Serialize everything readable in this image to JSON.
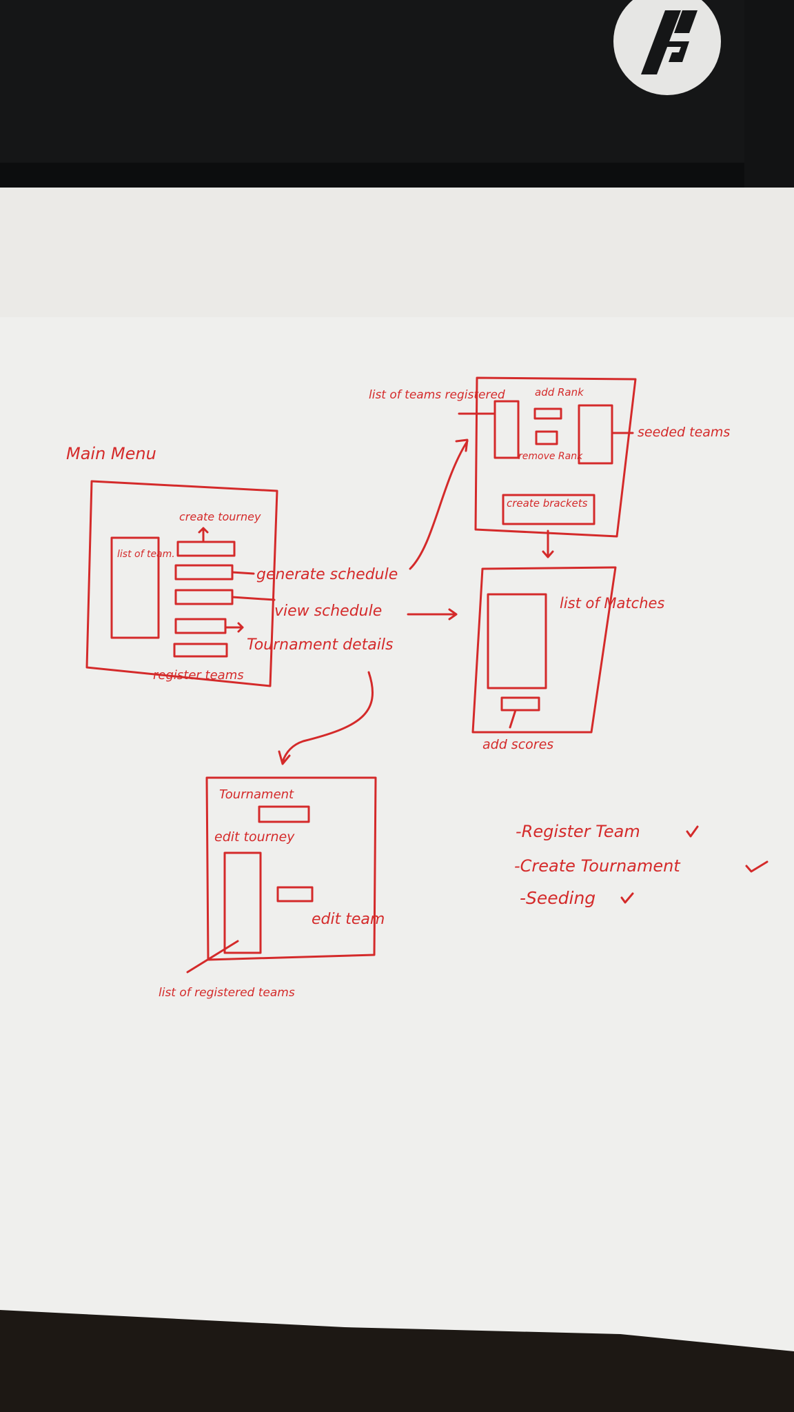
{
  "colors": {
    "ink": "#d42a2a",
    "paper": "#efefed",
    "laptop": "#151617",
    "table": "#1d1814"
  },
  "icons": {
    "logo": "hp-logo"
  },
  "sketch": {
    "main_menu": {
      "title": "Main Menu",
      "list_label": "list of team.",
      "create_tourney": "create tourney",
      "generate_schedule": "generate schedule",
      "view_schedule": "view schedule",
      "tournament_details": "Tournament details",
      "register_teams": "register teams"
    },
    "seeding": {
      "list_registered": "list of teams registered",
      "add_rank": "add Rank",
      "remove_rank": "remove Rank",
      "seeded_teams": "seeded teams",
      "create_brackets": "create brackets"
    },
    "schedule": {
      "list_matches": "list of Matches",
      "add_scores": "add scores"
    },
    "tournament": {
      "title": "Tournament",
      "edit_tourney": "edit tourney",
      "edit_team": "edit team",
      "list_registered": "list of registered teams"
    },
    "checklist": [
      "-Register Team",
      "-Create Tournament",
      "-Seeding"
    ]
  }
}
